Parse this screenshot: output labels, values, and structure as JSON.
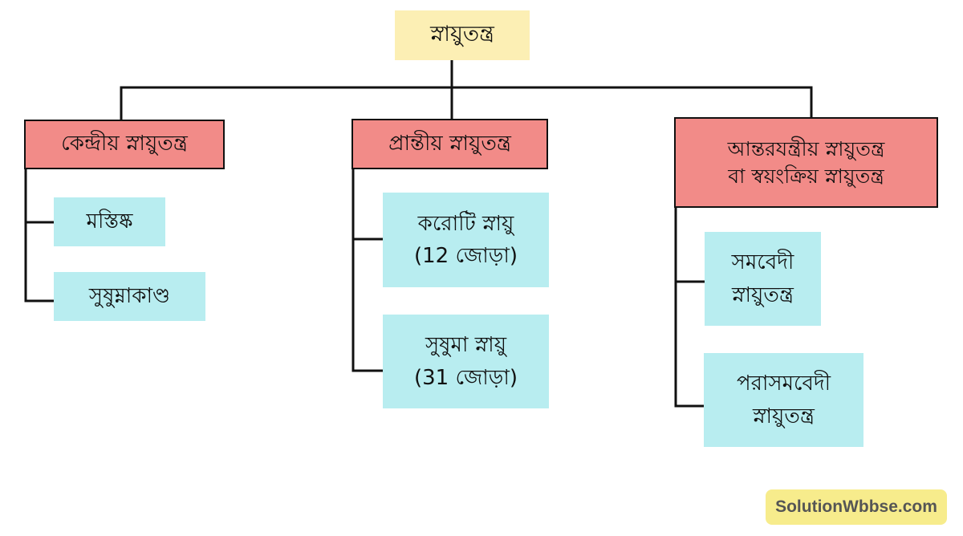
{
  "root": {
    "label": "স্নায়ুতন্ত্র"
  },
  "branches": [
    {
      "heading": [
        "কেন্দ্রীয় স্নায়ুতন্ত্র"
      ],
      "children": [
        {
          "lines": [
            "মস্তিষ্ক"
          ]
        },
        {
          "lines": [
            "সুষুম্নাকাণ্ড"
          ]
        }
      ]
    },
    {
      "heading": [
        "প্রান্তীয় স্নায়ুতন্ত্র"
      ],
      "children": [
        {
          "lines": [
            "করোটি স্নায়ু",
            "(12 জোড়া)"
          ]
        },
        {
          "lines": [
            "সুষুমা স্নায়ু",
            "(31 জোড়া)"
          ]
        }
      ]
    },
    {
      "heading": [
        "আন্তরযন্ত্রীয় স্নায়ুতন্ত্র",
        "বা স্বয়ংক্রিয় স্নায়ুতন্ত্র"
      ],
      "children": [
        {
          "lines": [
            "সমবেদী",
            "স্নায়ুতন্ত্র"
          ]
        },
        {
          "lines": [
            "পরাসমবেদী",
            "স্নায়ুতন্ত্র"
          ]
        }
      ]
    }
  ],
  "watermark": {
    "text": "SolutionWbbse.com"
  },
  "colors": {
    "root_fill": "#fcefb4",
    "heading_fill": "#f28b88",
    "leaf_fill": "#b8edf0",
    "connector": "#111111",
    "watermark_fill": "#f7ec8c"
  }
}
